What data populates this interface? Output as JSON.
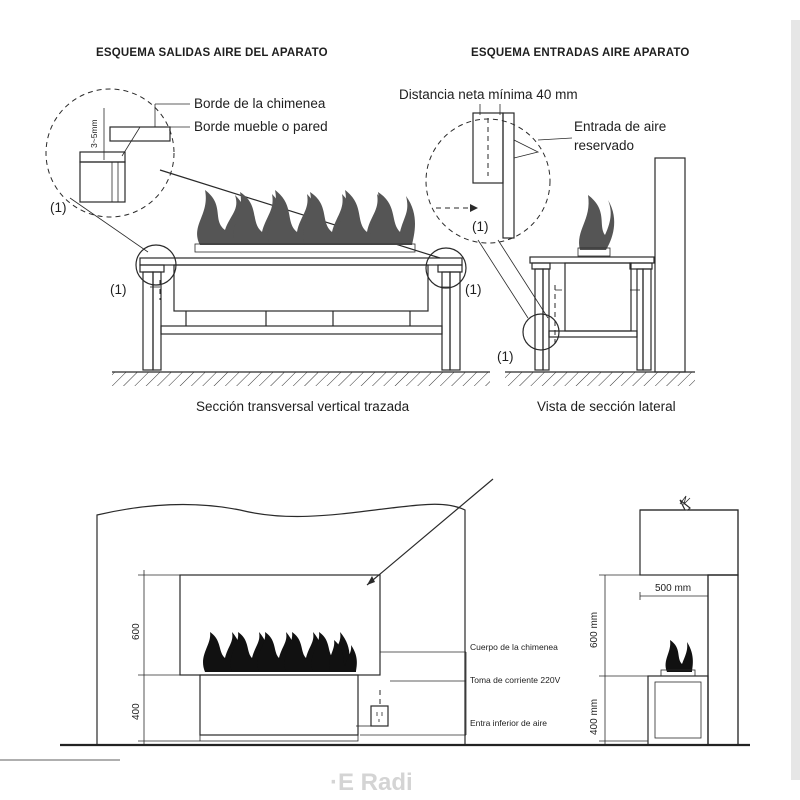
{
  "top_left": {
    "title": "ESQUEMA SALIDAS AIRE DEL APARATO",
    "label_borde_chimenea": "Borde de la chimenea",
    "label_borde_mueble": "Borde mueble o pared",
    "dim_gap": "3~5mm",
    "marker": "(1)",
    "caption": "Sección transversal vertical trazada"
  },
  "top_right": {
    "title": "ESQUEMA ENTRADAS AIRE APARATO",
    "label_distancia": "Distancia neta mínima 40 mm",
    "label_entrada_line1": "Entrada de aire",
    "label_entrada_line2": "reservado",
    "marker": "(1)",
    "caption": "Vista de sección lateral"
  },
  "bottom": {
    "dim_600": "600",
    "dim_400": "400",
    "label_cuerpo": "Cuerpo de la chimenea",
    "label_toma": "Toma de corriente 220V",
    "label_entra": "Entra inferior de aire",
    "dim_500": "500 mm",
    "dim_600mm": "600 mm",
    "dim_400mm": "400 mm"
  },
  "footer": {
    "watermark": "·E Radi"
  },
  "colors": {
    "line": "#2a2a2a",
    "flame_top": "#555555",
    "flame_bottom": "#111111",
    "scrollbar": "#e6e6e6"
  }
}
